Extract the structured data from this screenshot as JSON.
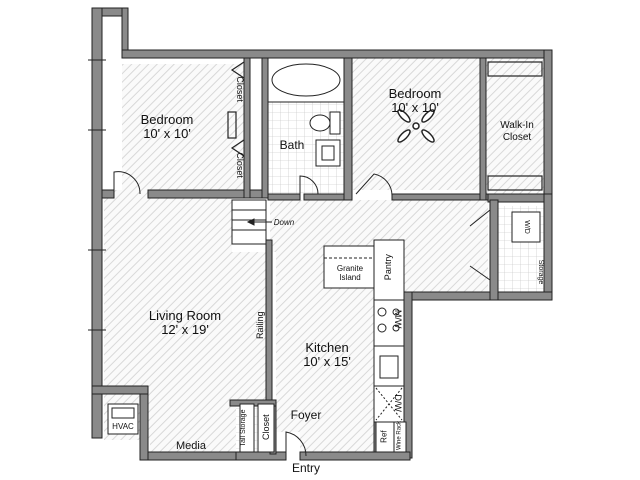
{
  "rooms": {
    "bedroom_left": {
      "name": "Bedroom",
      "size": "10' x 10'"
    },
    "bedroom_right": {
      "name": "Bedroom",
      "size": "10' x 10'"
    },
    "living_room": {
      "name": "Living Room",
      "size": "12' x 19'"
    },
    "kitchen": {
      "name": "Kitchen",
      "size": "10' x 15'"
    }
  },
  "labels": {
    "closet_top": "Closet",
    "closet_bottom": "Closet",
    "bath": "Bath",
    "walk_in_closet": "Walk-In Closet",
    "down": "Down",
    "granite_island": "Granite Island",
    "pantry": "Pantry",
    "wd": "W/D",
    "storage": "Storage",
    "railing": "Railing",
    "mw": "M/W",
    "dw": "D/W",
    "ref": "Ref",
    "wine_rack": "Wine Rack",
    "foyer": "Foyer",
    "closet_foyer": "Closet",
    "tall_storage": "Tall Storage",
    "hvac": "HVAC",
    "media": "Media",
    "entry": "Entry"
  },
  "colors": {
    "wall": "#8a8a8a",
    "wall_outline": "#222222",
    "hatch": "#d6d6d6",
    "tile": "#bdbdbd"
  }
}
